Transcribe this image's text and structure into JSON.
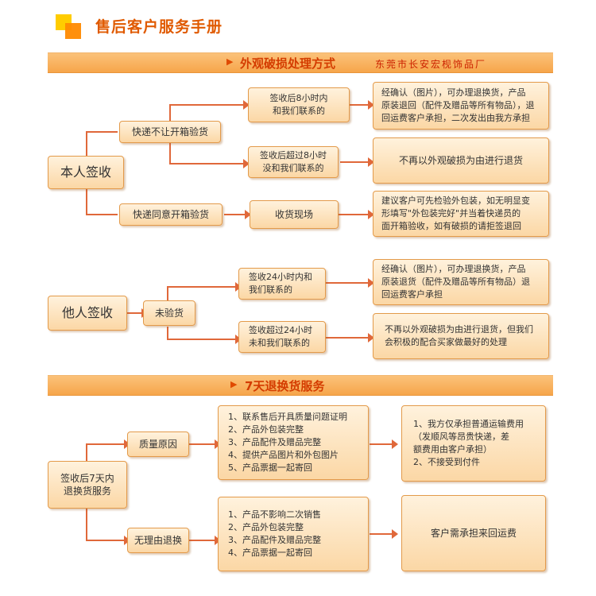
{
  "title": "售后客户服务手册",
  "section1": {
    "header": "外观破损处理方式",
    "company": "东莞市长安宏枧饰品厂",
    "self_sign": "本人签收",
    "no_open": "快递不让开箱验货",
    "can_open": "快递同意开箱验货",
    "within8": "签收后8小时内\n和我们联系的",
    "over8": "签收后超过8小时\n没和我们联系的",
    "on_site": "收货现场",
    "res1": "经确认（图片），可办理退换货，产品\n原装退回（配件及赠品等所有物品），退\n回运费客户承担，二次发出由我方承担",
    "res2": "不再以外观破损为由进行退货",
    "res3": "建议客户可先检验外包装，如无明显变\n形填写\"外包装完好\"并当着快递员的\n面开箱验收，如有破损的请拒签退回",
    "other_sign": "他人签收",
    "not_checked": "未验货",
    "within24": "签收24小时内和\n我们联系的",
    "over24": "签收超过24小时\n未和我们联系的",
    "res4": "经确认（图片），可办理退换货，产品\n原装退货（配件及赠品等所有物品）退\n回运费客户承担",
    "res5": "不再以外观破损为由进行退货，但我们\n会积极的配合买家做最好的处理"
  },
  "section2": {
    "header": "7天退换货服务",
    "root": "签收后7天内\n退换货服务",
    "quality": "质量原因",
    "no_reason": "无理由退换",
    "q_steps": "1、联系售后开具质量问题证明\n2、产品外包装完整\n3、产品配件及赠品完整\n4、提供产品图片和外包图片\n5、产品票据一起寄回",
    "n_steps": "1、产品不影响二次销售\n2、产品外包装完整\n3、产品配件及赠品完整\n4、产品票据一起寄回",
    "q_result": "1、我方仅承担普通运输费用\n（发顺风等昂贵快递，差\n额费用由客户承担）\n2、不接受到付件",
    "n_result": "客户需承担来回运费"
  },
  "colors": {
    "accent": "#e05a00",
    "line": "#e0683a",
    "box_border": "#e39a4a"
  }
}
